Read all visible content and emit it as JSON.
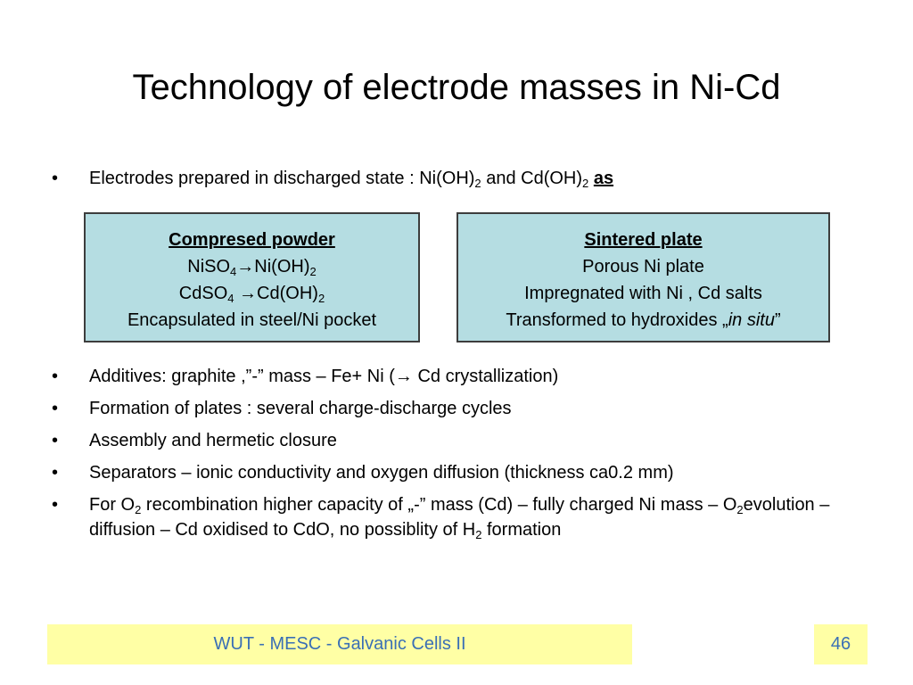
{
  "slide": {
    "title": "Technology of electrode masses in Ni-Cd",
    "intro": {
      "bullet": "•",
      "text1": "Electrodes prepared in discharged state : Ni(OH)",
      "sub1": "2",
      "text2": " and Cd(OH)",
      "sub2": "2",
      "text3": " ",
      "emph": "as"
    },
    "box_left": {
      "heading": "Compresed powder",
      "l1a": "NiSO",
      "l1s1": "4",
      "l1b": "→Ni(OH)",
      "l1s2": "2",
      "l2a": "CdSO",
      "l2s1": "4",
      "l2b": " →Cd(OH)",
      "l2s2": "2",
      "l3": "Encapsulated in steel/Ni pocket"
    },
    "box_right": {
      "heading": "Sintered plate",
      "l1": "Porous Ni plate",
      "l2": "Impregnated with Ni , Cd salts",
      "l3a": "Transformed to hydroxides „",
      "l3i": "in situ",
      "l3b": "”"
    },
    "bullets": {
      "b1": "Additives: graphite ,”-”  mass – Fe+ Ni (→ Cd crystallization)",
      "b2": "Formation of plates : several charge-discharge cycles",
      "b3": "Assembly and hermetic closure",
      "b4": "Separators – ionic conductivity and oxygen diffusion (thickness ca0.2 mm)",
      "b5a": "For O",
      "b5s1": "2",
      "b5b": " recombination higher capacity of  „-” mass (Cd) – fully charged  Ni mass – O",
      "b5s2": "2",
      "b5c": "evolution – diffusion – Cd oxidised to CdO, no possiblity of H",
      "b5s3": "2",
      "b5d": " formation"
    },
    "footer": {
      "left": "WUT - MESC - Galvanic Cells II",
      "page": "46"
    }
  }
}
